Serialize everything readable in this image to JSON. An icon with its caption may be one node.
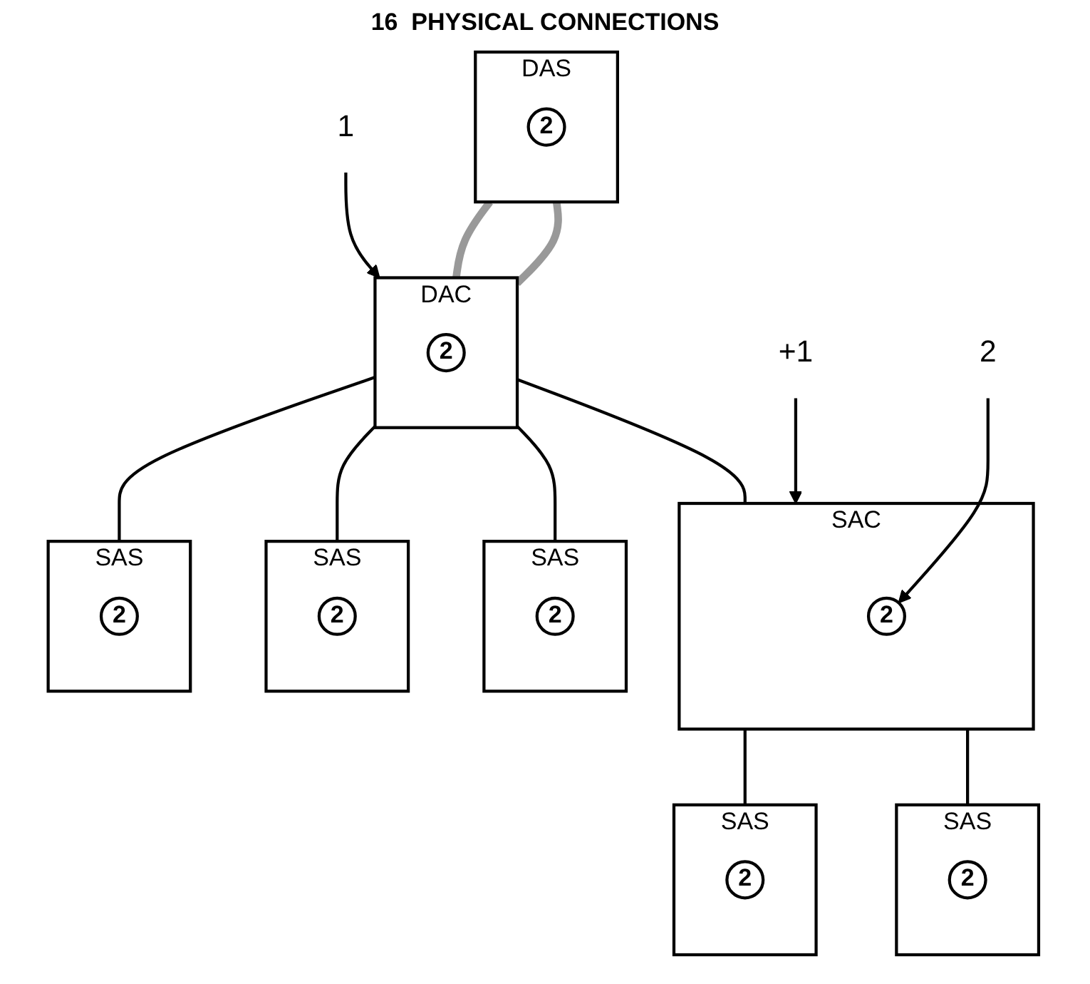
{
  "diagram": {
    "nodes": [
      {
        "text": [
          "DAS"
        ]
      },
      {
        "text": [
          "2"
        ],
        "in": 0
      },
      {
        "text": [
          "DAC"
        ]
      },
      {
        "text": [
          "2"
        ],
        "in": 2
      },
      {
        "text": [
          "SAC"
        ]
      },
      {
        "text": [
          "2"
        ],
        "in": 4
      },
      {
        "text": [
          "SAS"
        ]
      },
      {
        "text": [
          "2"
        ],
        "in": 6
      },
      {
        "text": [
          "SAS"
        ]
      },
      {
        "text": [
          "2"
        ],
        "in": 8
      },
      {
        "text": [
          "SAS"
        ]
      },
      {
        "text": [
          "2"
        ],
        "in": 10
      },
      {
        "text": [
          "SAS"
        ]
      },
      {
        "text": [
          "2"
        ],
        "in": 12
      },
      {
        "text": [
          "SAS"
        ]
      },
      {
        "text": [
          "2"
        ],
        "in": 14
      },
      {
        "text": [
          "1"
        ]
      },
      {
        "text": [
          "+1"
        ]
      },
      {
        "text": [
          "2"
        ]
      }
    ],
    "edges": [
      {
        "from": 0,
        "to": 2,
        "arrow": "none",
        "style": "thick",
        "color": "#999999"
      },
      {
        "from": 0,
        "to": 2,
        "arrow": "none",
        "style": "thick",
        "color": "#999999"
      },
      {
        "from": 2,
        "to": 4,
        "arrow": "none"
      },
      {
        "from": 2,
        "to": 6,
        "arrow": "none"
      },
      {
        "from": 2,
        "to": 8,
        "arrow": "none"
      },
      {
        "from": 2,
        "to": 10,
        "arrow": "none"
      },
      {
        "from": 4,
        "to": 12,
        "arrow": "none"
      },
      {
        "from": 4,
        "to": 14,
        "arrow": "none"
      },
      {
        "from": 16,
        "to": 2,
        "arrow": "to"
      },
      {
        "from": 17,
        "to": 4,
        "arrow": "to"
      },
      {
        "from": 18,
        "to": 5,
        "arrow": "to"
      }
    ],
    "labels": [
      "16  PHYSICAL CONNECTIONS"
    ]
  }
}
